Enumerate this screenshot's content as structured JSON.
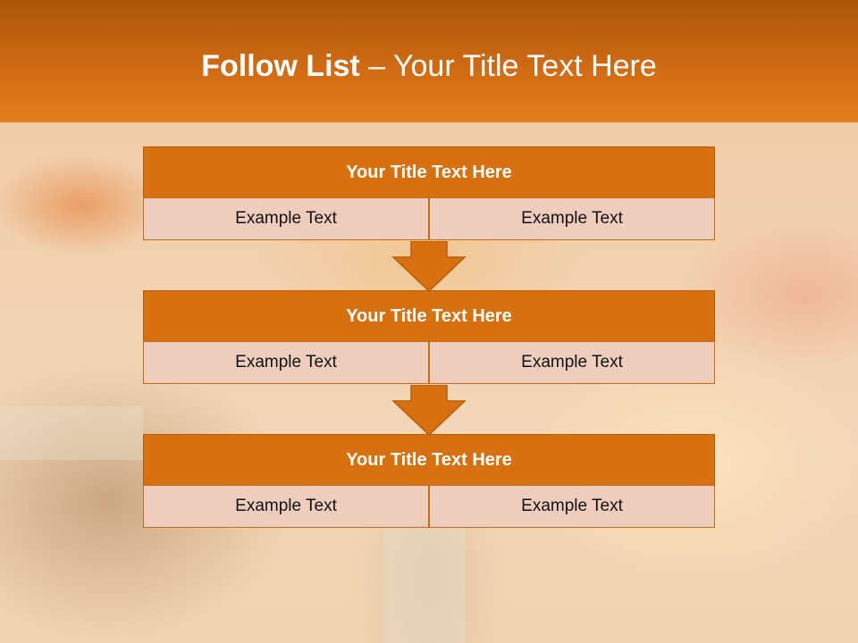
{
  "slide": {
    "title_bold": "Follow List",
    "title_rest": " – Your Title Text Here"
  },
  "blocks": [
    {
      "title": "Your Title Text Here",
      "left": "Example Text",
      "right": "Example Text"
    },
    {
      "title": "Your Title Text Here",
      "left": "Example Text",
      "right": "Example Text"
    },
    {
      "title": "Your Title Text Here",
      "left": "Example Text",
      "right": "Example Text"
    }
  ],
  "colors": {
    "header": "#d06a14",
    "block_title": "#d7700e",
    "cell": "#efcdbd",
    "arrow": "#d7700e"
  },
  "icons": [
    "down-arrow-icon"
  ]
}
